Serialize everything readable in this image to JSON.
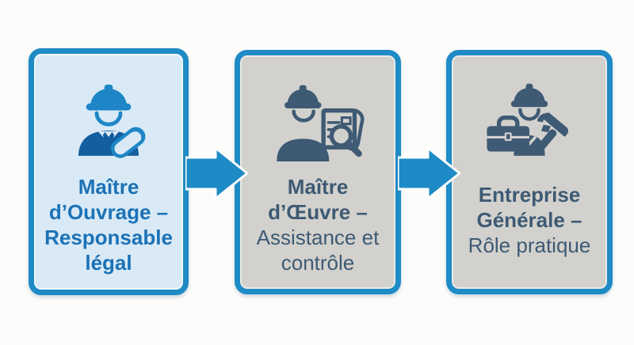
{
  "diagram": {
    "type": "process-flow",
    "direction": "left-to-right",
    "steps": [
      {
        "id": "maitre-ouvrage",
        "icon": "engineer-with-scroll-icon",
        "bold_lines": [
          "Maître",
          "d’Ouvrage –",
          "Responsable",
          "légal"
        ],
        "regular_lines": []
      },
      {
        "id": "maitre-oeuvre",
        "icon": "worker-with-blueprint-magnifier-icon",
        "bold_lines": [
          "Maître",
          "d’Œuvre –"
        ],
        "regular_lines": [
          "Assistance et",
          "contrôle"
        ]
      },
      {
        "id": "entreprise-generale",
        "icon": "worker-with-toolbox-hammer-icon",
        "bold_lines": [
          "Entreprise",
          "Générale –"
        ],
        "regular_lines": [
          "Rôle pratique"
        ]
      }
    ],
    "connectors": [
      {
        "from": "maitre-ouvrage",
        "to": "maitre-oeuvre",
        "shape": "block-arrow-right"
      },
      {
        "from": "maitre-oeuvre",
        "to": "entreprise-generale",
        "shape": "block-arrow-right"
      }
    ],
    "colors": {
      "accent_blue": "#1e8bc6",
      "card1_fill": "#d9eaf6",
      "card1_text": "#1c72b6",
      "card1_icon_hat": "#1e86c6",
      "card1_icon_suit": "#125e9e",
      "gray_fill": "#d2d1cd",
      "slate_icon_text": "#3e5a74",
      "background": "#fcfcfa"
    }
  }
}
